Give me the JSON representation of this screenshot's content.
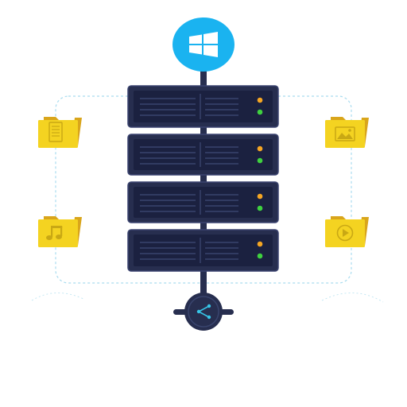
{
  "colors": {
    "windows_badge": "#1ab3f0",
    "windows_logo": "#ffffff",
    "rack_outer": "#272e4f",
    "rack_border": "#3b4470",
    "rack_inner": "#1b2140",
    "rack_lines": "#39446d",
    "led_orange": "#f5a623",
    "led_green": "#3fd13f",
    "folder_front": "#f4d321",
    "folder_back": "#d9a51b",
    "folder_glyph": "#c9a814",
    "dashed_outline": "#a9dcef",
    "hub_dark": "#272e4f",
    "share_glyph": "#37c6e8"
  },
  "diagram": {
    "top_badge_icon": "windows-logo-icon",
    "server_units": [
      {
        "id": "server-unit-1",
        "status_leds": [
          "orange",
          "green"
        ]
      },
      {
        "id": "server-unit-2",
        "status_leds": [
          "orange",
          "green"
        ]
      },
      {
        "id": "server-unit-3",
        "status_leds": [
          "orange",
          "green"
        ]
      },
      {
        "id": "server-unit-4",
        "status_leds": [
          "orange",
          "green"
        ]
      }
    ],
    "folders": [
      {
        "name": "document-folder",
        "icon": "document-icon"
      },
      {
        "name": "image-folder",
        "icon": "image-icon"
      },
      {
        "name": "music-folder",
        "icon": "music-note-icon"
      },
      {
        "name": "video-folder",
        "icon": "play-icon"
      }
    ],
    "bottom_hub_icon": "share-network-icon"
  }
}
